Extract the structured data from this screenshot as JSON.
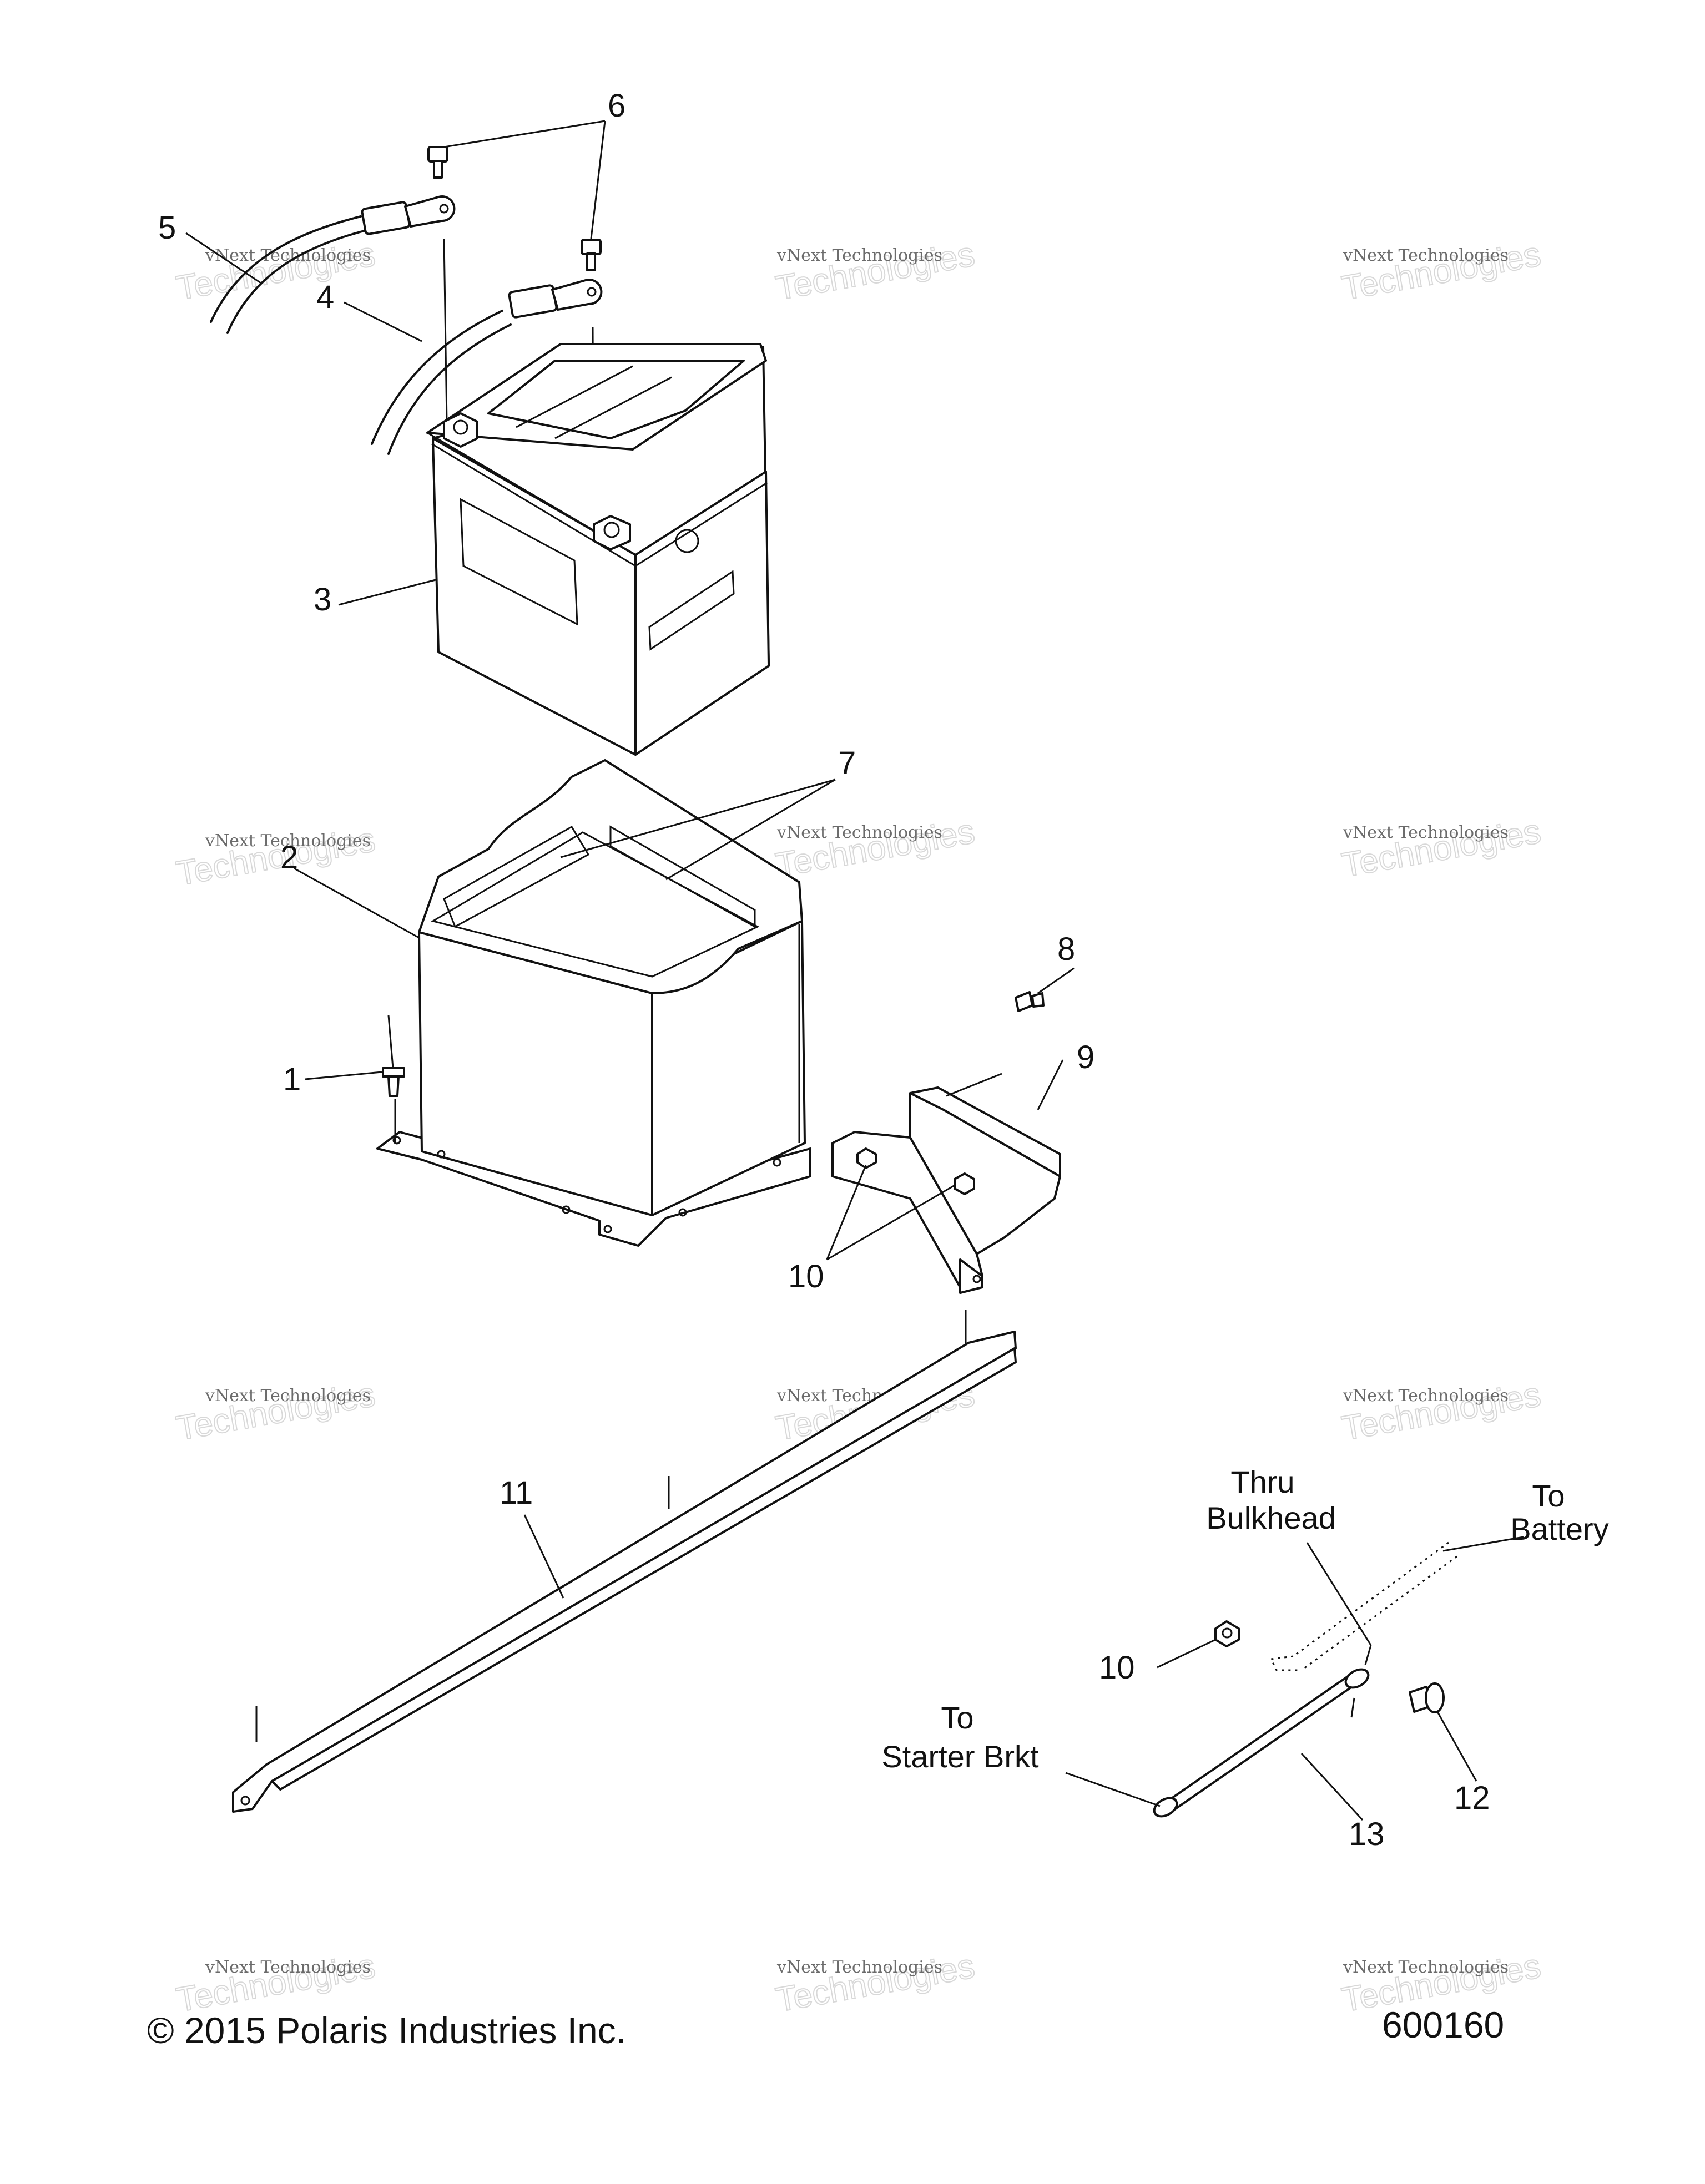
{
  "callouts": {
    "c1": "1",
    "c2": "2",
    "c3": "3",
    "c4": "4",
    "c5": "5",
    "c6": "6",
    "c7": "7",
    "c8": "8",
    "c9": "9",
    "c10a": "10",
    "c10b": "10",
    "c11": "11",
    "c12": "12",
    "c13": "13"
  },
  "notes": {
    "thru_line1": "Thru",
    "thru_line2": "Bulkhead",
    "battery_line1": "To",
    "battery_line2": "Battery",
    "starter_line1": "To",
    "starter_line2": "Starter Brkt"
  },
  "footer": {
    "copyright": "© 2015 Polaris Industries Inc.",
    "diagram_number": "600160"
  },
  "watermark": {
    "line1": "vNext Technologies",
    "line2": "Technologies"
  }
}
